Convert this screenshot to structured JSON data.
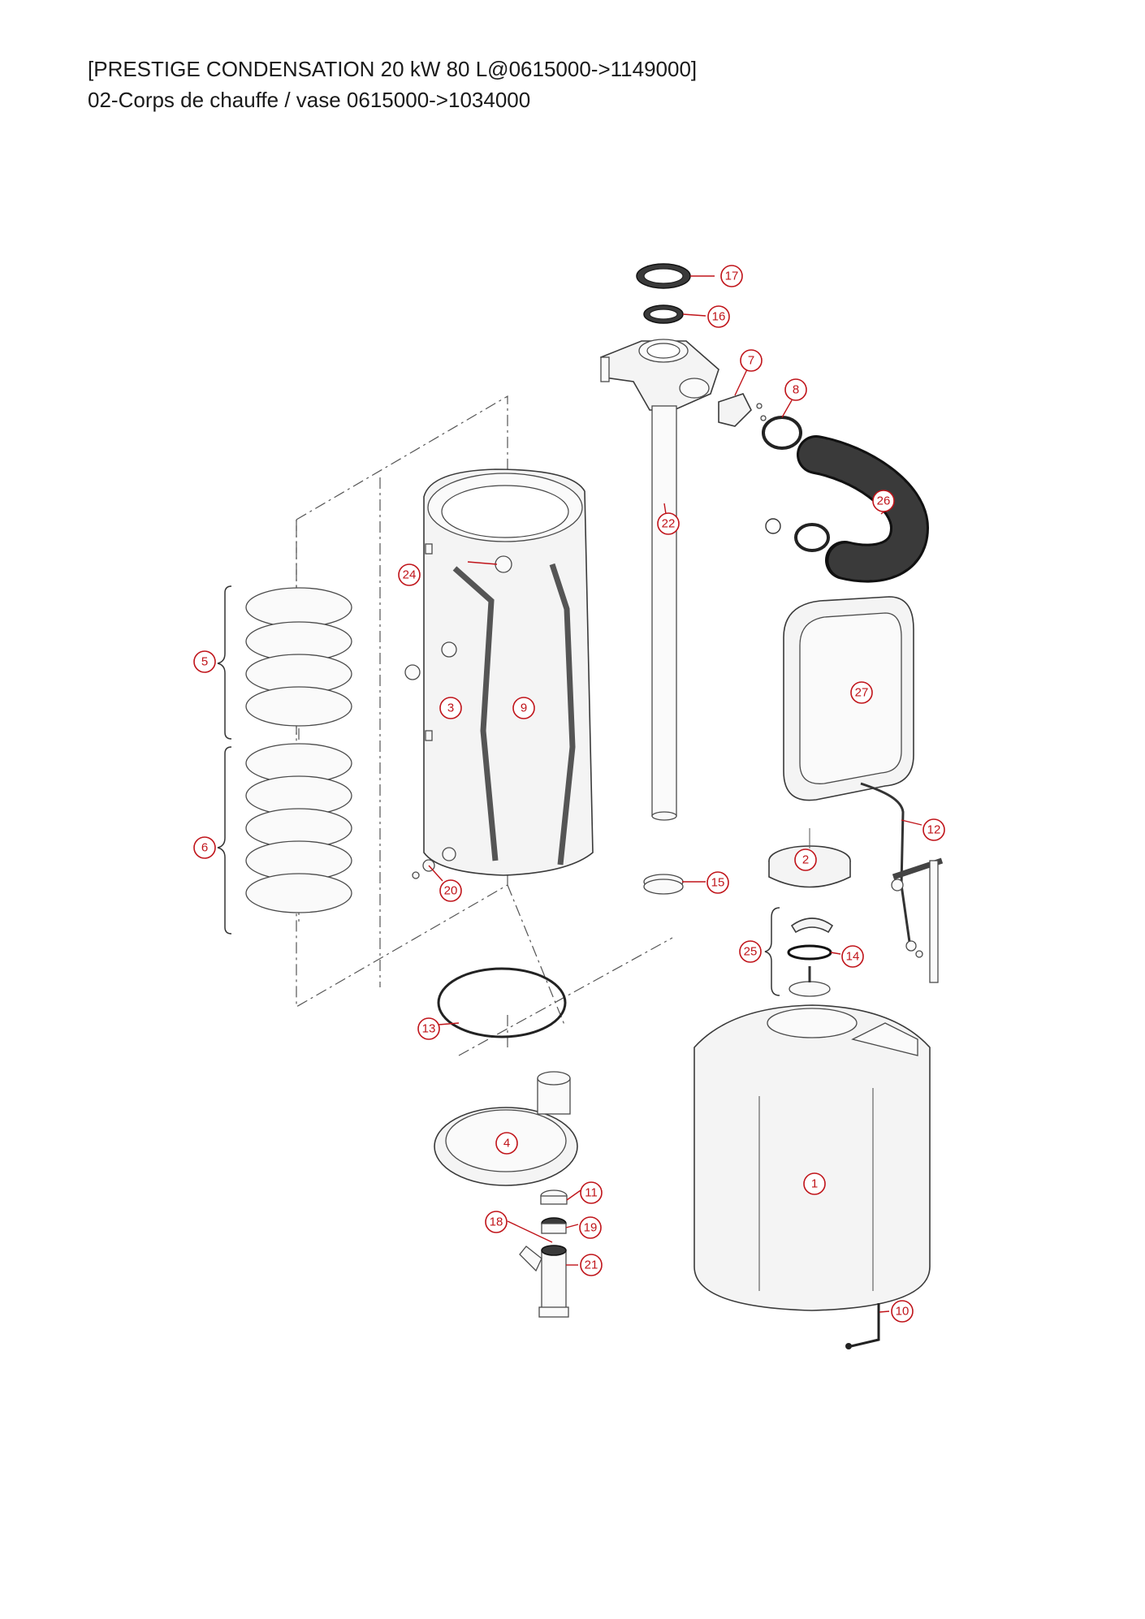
{
  "header": {
    "title": "[PRESTIGE CONDENSATION 20 kW 80 L@0615000->1149000]",
    "subtitle": "02-Corps de chauffe / vase 0615000->1034000"
  },
  "callouts": [
    {
      "label": "1"
    },
    {
      "label": "2"
    },
    {
      "label": "3"
    },
    {
      "label": "4"
    },
    {
      "label": "5"
    },
    {
      "label": "6"
    },
    {
      "label": "7"
    },
    {
      "label": "8"
    },
    {
      "label": "9"
    },
    {
      "label": "10"
    },
    {
      "label": "11"
    },
    {
      "label": "12"
    },
    {
      "label": "13"
    },
    {
      "label": "14"
    },
    {
      "label": "15"
    },
    {
      "label": "16"
    },
    {
      "label": "17"
    },
    {
      "label": "18"
    },
    {
      "label": "19"
    },
    {
      "label": "20"
    },
    {
      "label": "21"
    },
    {
      "label": "22"
    },
    {
      "label": "24"
    },
    {
      "label": "25"
    },
    {
      "label": "26"
    },
    {
      "label": "27"
    }
  ],
  "colors": {
    "callout": "#c0141a",
    "line": "#3a3a3a",
    "part_fill": "#f4f4f4",
    "hose": "#3a3a3a"
  }
}
